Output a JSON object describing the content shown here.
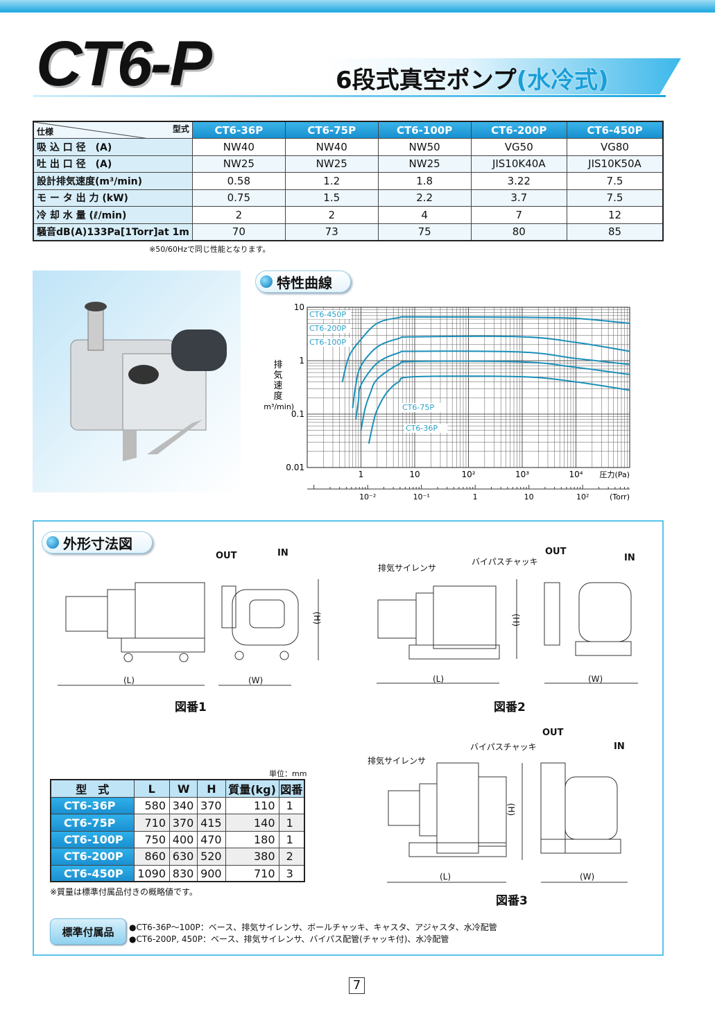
{
  "header": {
    "logo": "CT6-P",
    "title_main": "6段式真空ポンプ",
    "title_sub": "(水冷式)"
  },
  "spec_table": {
    "corner_left": "仕様",
    "corner_right": "型式",
    "models": [
      "CT6-36P",
      "CT6-75P",
      "CT6-100P",
      "CT6-200P",
      "CT6-450P"
    ],
    "rows": [
      {
        "label": "吸 込 口 径　(A)",
        "values": [
          "NW40",
          "NW40",
          "NW50",
          "VG50",
          "VG80"
        ]
      },
      {
        "label": "吐 出 口 径　(A)",
        "values": [
          "NW25",
          "NW25",
          "NW25",
          "JIS10K40A",
          "JIS10K50A"
        ]
      },
      {
        "label": "設計排気速度(m³/min)",
        "values": [
          "0.58",
          "1.2",
          "1.8",
          "3.22",
          "7.5"
        ]
      },
      {
        "label": "モ ー タ 出 力 (kW)",
        "values": [
          "0.75",
          "1.5",
          "2.2",
          "3.7",
          "7.5"
        ]
      },
      {
        "label": "冷 却 水 量 (ℓ/min)",
        "values": [
          "2",
          "2",
          "4",
          "7",
          "12"
        ]
      },
      {
        "label": "騒音dB(A)133Pa[1Torr]at 1m",
        "values": [
          "70",
          "73",
          "75",
          "80",
          "85"
        ]
      }
    ],
    "note": "※50/60Hzで同じ性能となります。"
  },
  "curve_section": {
    "title": "特性曲線"
  },
  "chart_data": {
    "type": "line",
    "title": "特性曲線",
    "xscale": "log",
    "yscale": "log",
    "xlabel": "圧力(Pa)",
    "xlabel_secondary": "(Torr)",
    "ylabel": "排気速度",
    "ylabel_unit": "(m³/min)",
    "xlim": [
      0.1,
      100000
    ],
    "ylim": [
      0.01,
      10
    ],
    "grid": true,
    "x_ticks": [
      "1",
      "10",
      "10²",
      "10³",
      "10⁴"
    ],
    "x_tick_values": [
      1,
      10,
      100,
      1000,
      10000
    ],
    "torr_ticks": [
      "10⁻²",
      "10⁻¹",
      "1",
      "10",
      "10²"
    ],
    "torr_tick_values_pa": [
      1.333,
      13.33,
      133.3,
      1333,
      13330
    ],
    "y_ticks": [
      "10",
      "1",
      "0.1",
      "0.01"
    ],
    "y_tick_values": [
      10,
      1,
      0.1,
      0.01
    ],
    "series": [
      {
        "name": "CT6-450P",
        "x": [
          0.45,
          0.6,
          1,
          2,
          5,
          10,
          1000,
          10000,
          100000
        ],
        "y": [
          0.4,
          1.2,
          2.5,
          5,
          6.4,
          6.6,
          6.5,
          6.2,
          5
        ]
      },
      {
        "name": "CT6-200P",
        "x": [
          0.7,
          0.8,
          1,
          2,
          5,
          10,
          1000,
          10000,
          100000
        ],
        "y": [
          0.13,
          0.35,
          0.8,
          1.8,
          2.6,
          2.8,
          2.8,
          2.2,
          1.5
        ]
      },
      {
        "name": "CT6-100P",
        "x": [
          0.8,
          0.9,
          1,
          2,
          5,
          10,
          1000,
          10000,
          100000
        ],
        "y": [
          0.08,
          0.18,
          0.35,
          0.9,
          1.4,
          1.5,
          1.45,
          1.1,
          0.85
        ]
      },
      {
        "name": "CT6-75P",
        "x": [
          1,
          1.2,
          1.5,
          2,
          5,
          10,
          1000,
          10000,
          100000
        ],
        "y": [
          0.05,
          0.13,
          0.25,
          0.45,
          0.85,
          0.97,
          0.95,
          0.75,
          0.55
        ]
      },
      {
        "name": "CT6-36P",
        "x": [
          1.4,
          1.7,
          2,
          3,
          5,
          10,
          1000,
          10000,
          100000
        ],
        "y": [
          0.028,
          0.07,
          0.12,
          0.25,
          0.4,
          0.5,
          0.5,
          0.4,
          0.28
        ]
      }
    ]
  },
  "dimension_section": {
    "title": "外形寸法図",
    "labels": {
      "out": "OUT",
      "in": "IN",
      "h": "(H)",
      "l": "(L)",
      "w": "(W)",
      "silencer": "排気サイレンサ",
      "bypass": "バイパスチャッキ"
    },
    "figures": [
      "図番1",
      "図番2",
      "図番3"
    ],
    "unit": "単位：mm",
    "table": {
      "headers": [
        "型　式",
        "L",
        "W",
        "H",
        "質量(kg)",
        "図番"
      ],
      "rows": [
        [
          "CT6-36P",
          "580",
          "340",
          "370",
          "110",
          "1"
        ],
        [
          "CT6-75P",
          "710",
          "370",
          "415",
          "140",
          "1"
        ],
        [
          "CT6-100P",
          "750",
          "400",
          "470",
          "180",
          "1"
        ],
        [
          "CT6-200P",
          "860",
          "630",
          "520",
          "380",
          "2"
        ],
        [
          "CT6-450P",
          "1090",
          "830",
          "900",
          "710",
          "3"
        ]
      ]
    },
    "note": "※質量は標準付属品付きの概略値です。"
  },
  "accessories": {
    "label": "標準付属品",
    "lines": [
      "●CT6-36P～100P：ベース、排気サイレンサ、ボールチャッキ、キャスタ、アジャスタ、水冷配管",
      "●CT6-200P, 450P：ベース、排気サイレンサ、バイパス配管(チャッキ付)、水冷配管"
    ]
  },
  "page_number": "7",
  "colors": {
    "accent": "#1a9fd8",
    "curve": "#1a8fb8",
    "header_cell": "#2aa6e3"
  }
}
